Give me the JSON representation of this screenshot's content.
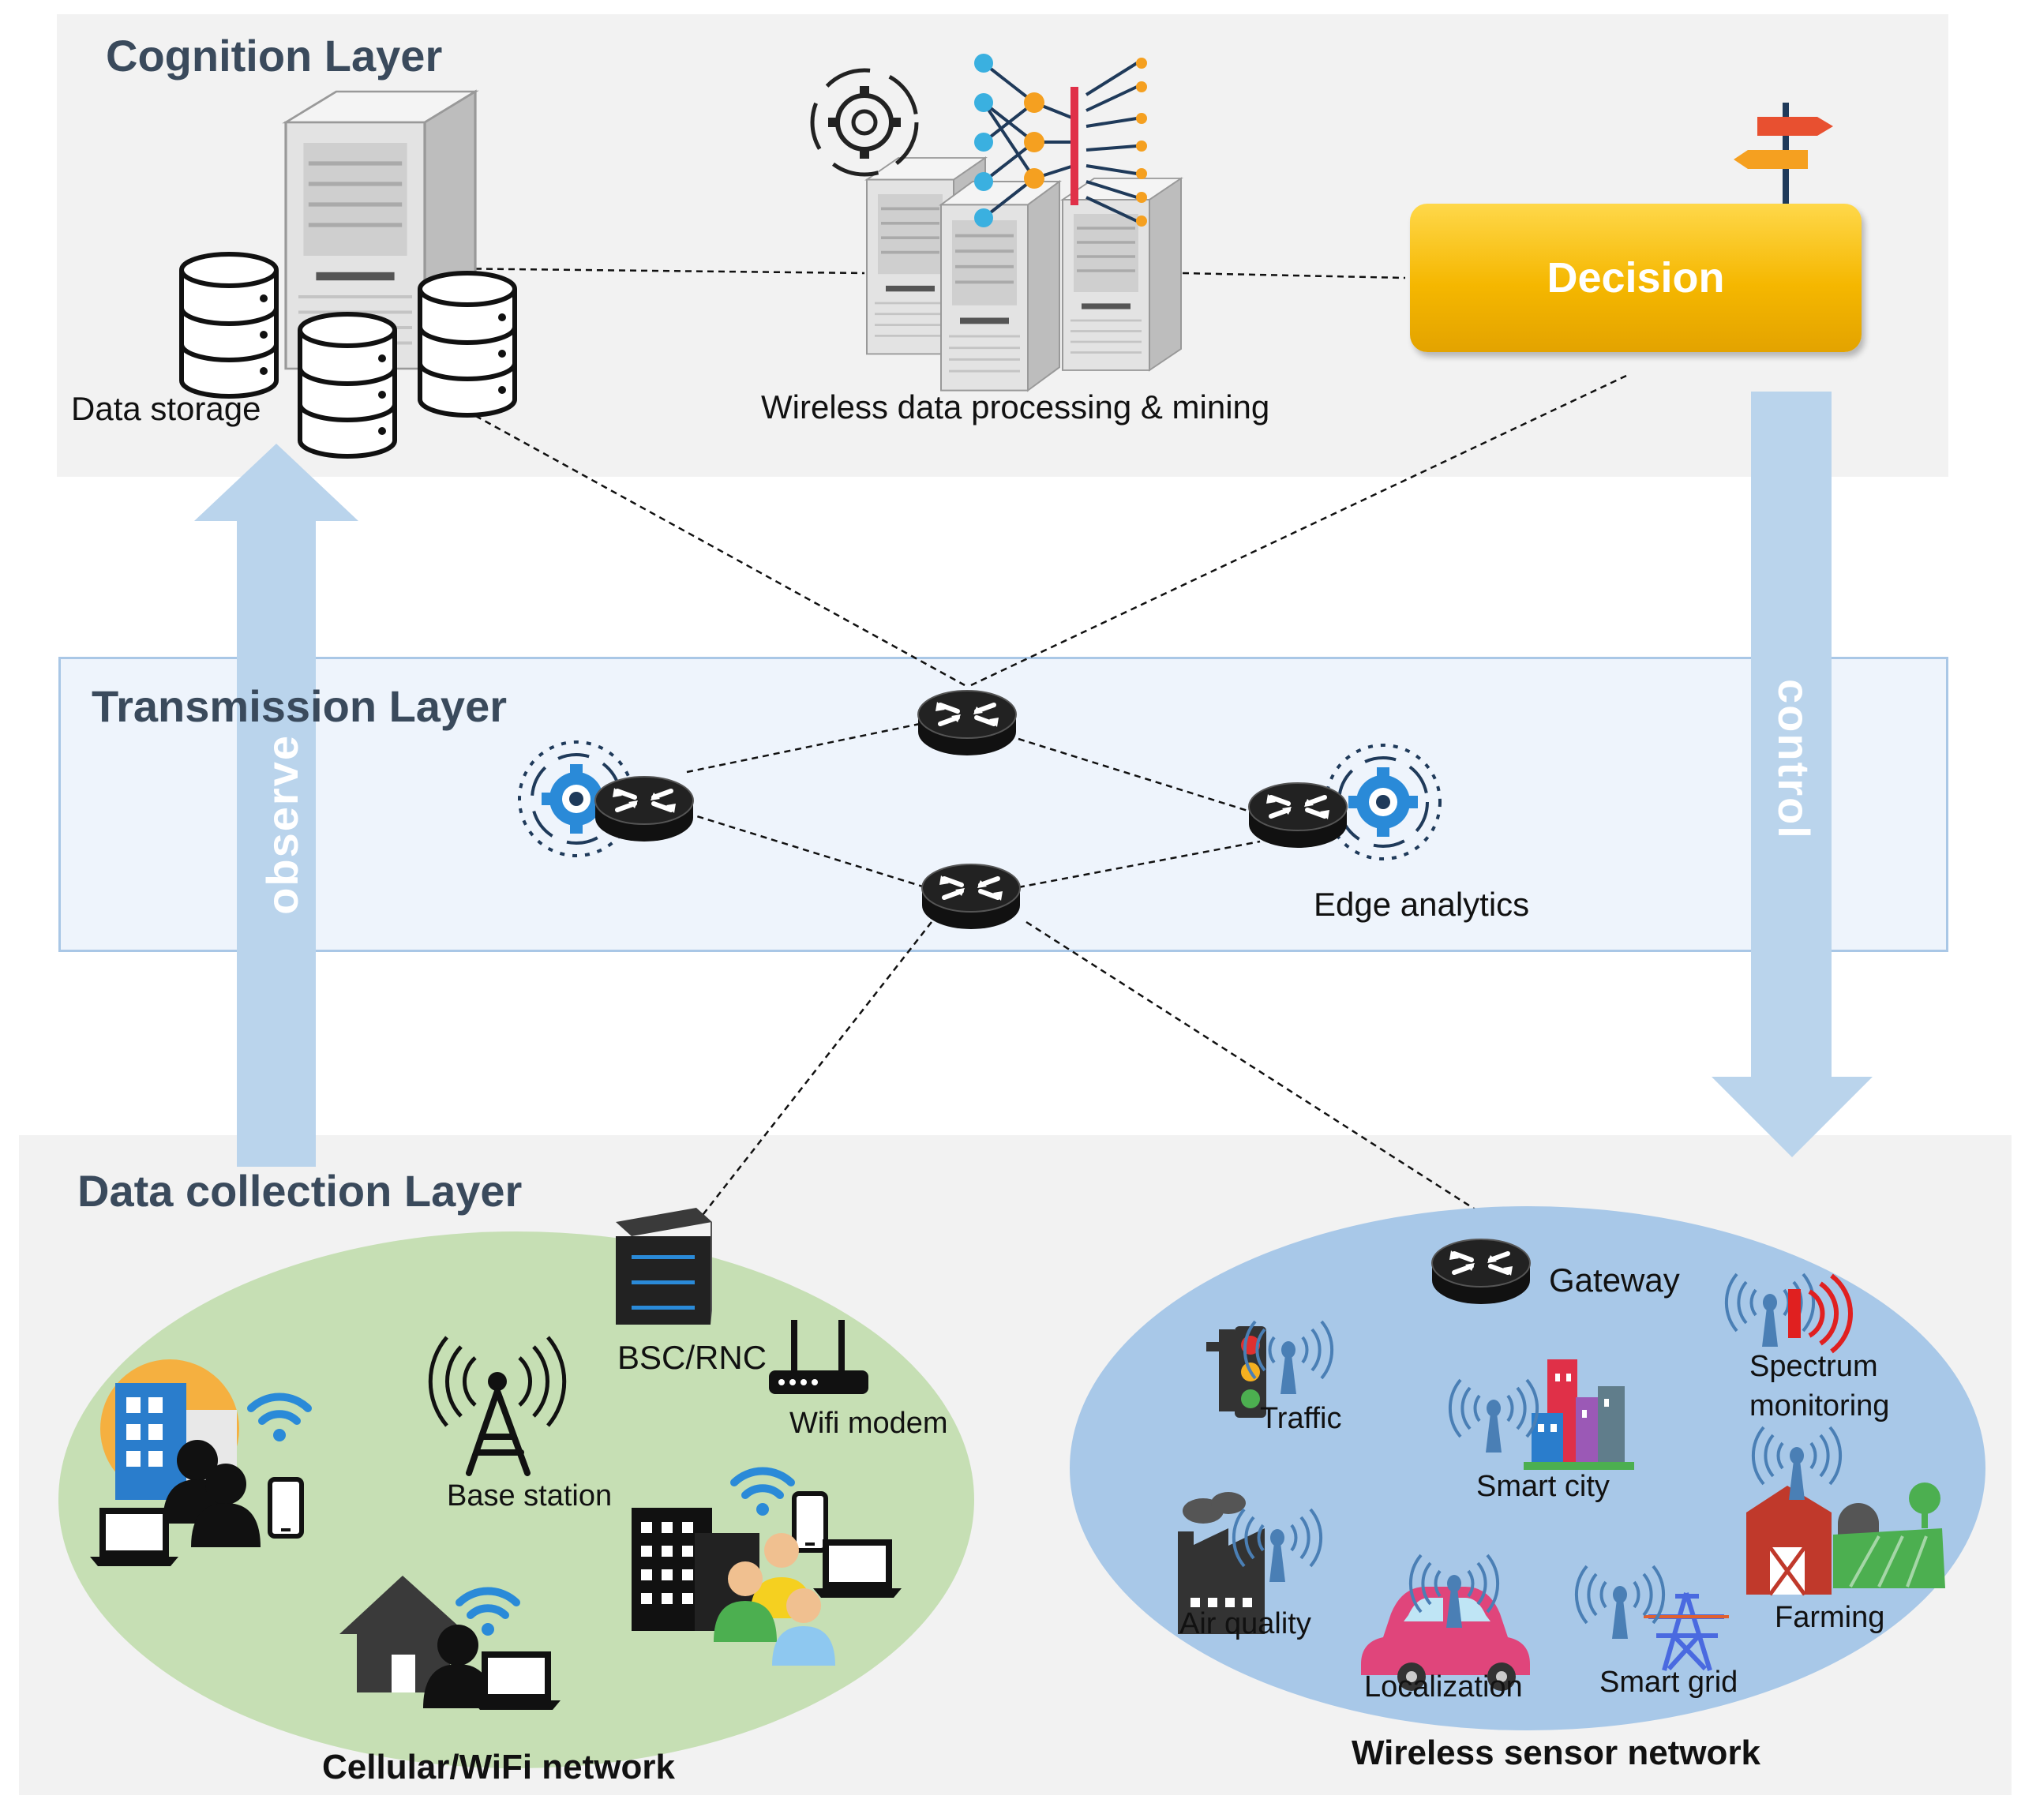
{
  "layers": {
    "cognition": "Cognition Layer",
    "transmission": "Transmission Layer",
    "collection": "Data collection Layer"
  },
  "cognition": {
    "data_storage": "Data storage",
    "processing": "Wireless data processing & mining",
    "decision": "Decision"
  },
  "arrows": {
    "observe": "observe",
    "control": "control"
  },
  "transmission": {
    "edge_analytics": "Edge analytics"
  },
  "cellular": {
    "bsc": "BSC/RNC",
    "wifi_modem": "Wifi modem",
    "base_station": "Base station",
    "caption": "Cellular/WiFi network"
  },
  "wsn": {
    "gateway": "Gateway",
    "spectrum": "Spectrum",
    "monitoring": "monitoring",
    "traffic": "Traffic",
    "smart_city": "Smart city",
    "air_quality": "Air quality",
    "farming": "Farming",
    "localization": "Localization",
    "smart_grid": "Smart grid",
    "caption": "Wireless sensor network"
  },
  "colors": {
    "arrow": "#bad4ec",
    "decision": "#f5b700",
    "green_ellipse": "#c6dfb4",
    "blue_ellipse": "#a8c8e8",
    "wifi": "#2a8ad8"
  }
}
